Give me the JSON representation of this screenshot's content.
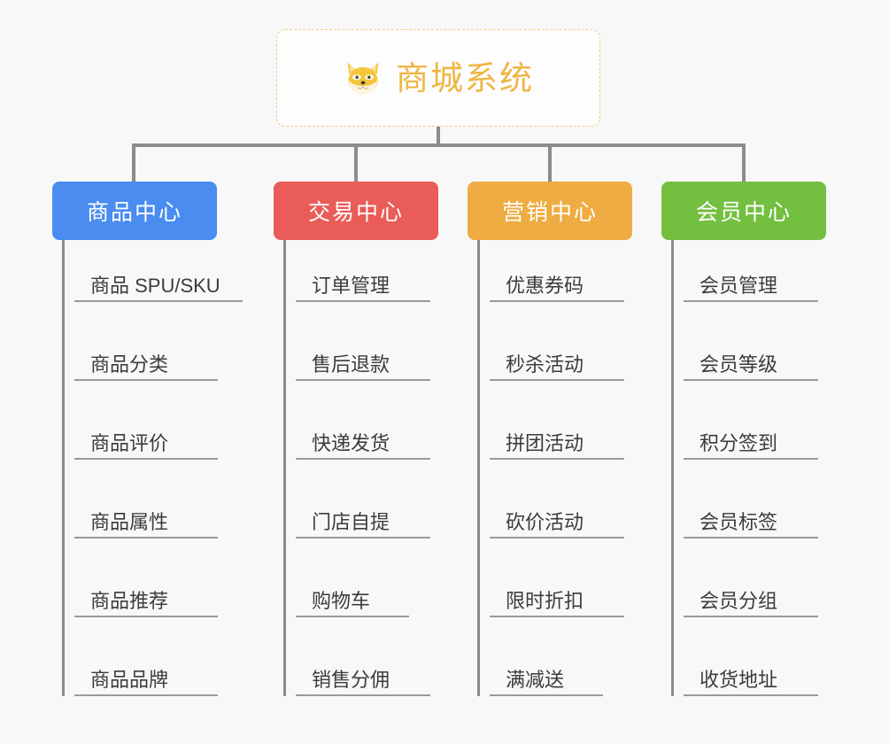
{
  "root": {
    "title": "商城系统",
    "icon": "shiba-dog-icon",
    "border_color": "#f2c98a",
    "text_color": "#efb643",
    "background": "#fdfdfd"
  },
  "canvas": {
    "background": "#f8f8f8",
    "connector_color": "#8c8c8c",
    "divider_color": "#9a9a9a"
  },
  "columns": [
    {
      "label": "商品中心",
      "color": "#4a8cf0",
      "items": [
        "商品 SPU/SKU",
        "商品分类",
        "商品评价",
        "商品属性",
        "商品推荐",
        "商品品牌"
      ]
    },
    {
      "label": "交易中心",
      "color": "#e95c58",
      "items": [
        "订单管理",
        "售后退款",
        "快递发货",
        "门店自提",
        "购物车",
        "销售分佣"
      ]
    },
    {
      "label": "营销中心",
      "color": "#eeac43",
      "items": [
        "优惠券码",
        "秒杀活动",
        "拼团活动",
        "砍价活动",
        "限时折扣",
        "满减送"
      ]
    },
    {
      "label": "会员中心",
      "color": "#73bf40",
      "items": [
        "会员管理",
        "会员等级",
        "积分签到",
        "会员标签",
        "会员分组",
        "收货地址"
      ]
    }
  ]
}
